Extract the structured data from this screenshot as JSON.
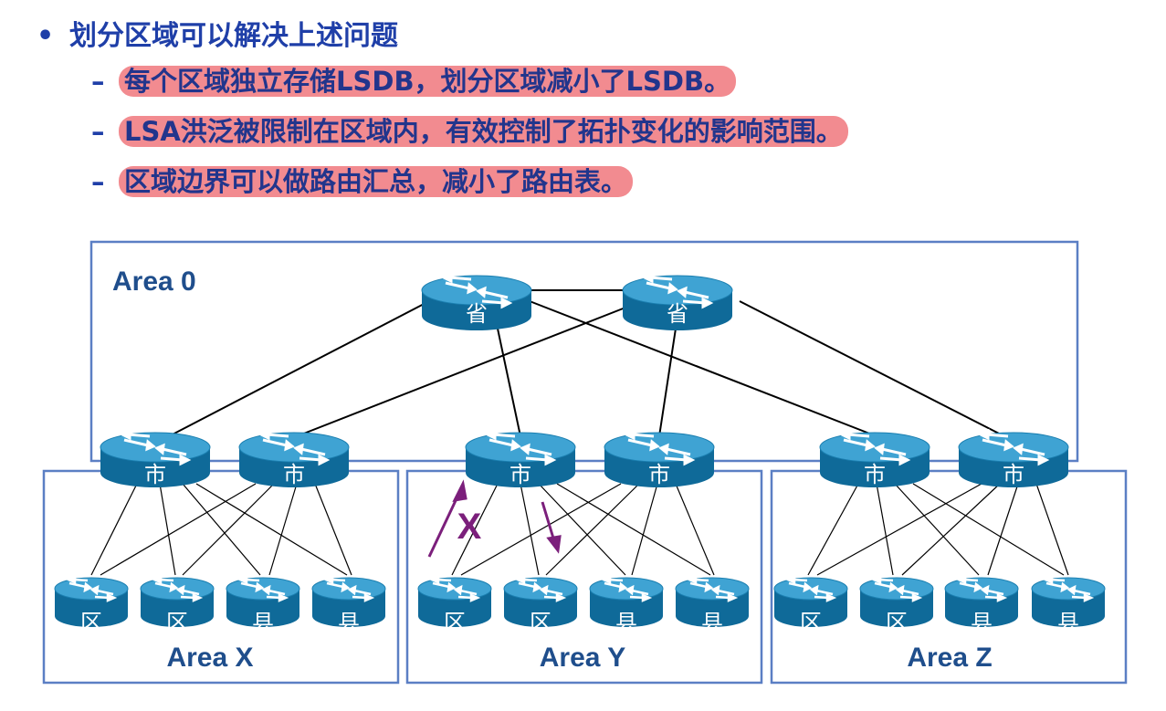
{
  "heading": "划分区域可以解决上述问题",
  "bullets": [
    "每个区域独立存储LSDB，划分区域减小了LSDB。",
    "LSA洪泛被限制在区域内，有效控制了拓扑变化的影响范围。",
    "区域边界可以做路由汇总，减小了路由表。"
  ],
  "bullet_marker": "•",
  "dash_marker": "–",
  "areas": {
    "area0": "Area 0",
    "areaX": "Area X",
    "areaY": "Area Y",
    "areaZ": "Area Z"
  },
  "router_labels": {
    "province": "省",
    "city": "市",
    "district": "区",
    "county": "县"
  },
  "blocked_mark": "X",
  "colors": {
    "heading_text": "#1f3fa8",
    "highlight": "#f28b90",
    "area_border": "#5b7fc4",
    "router_top": "#3fa3d3",
    "router_side": "#0f6a99",
    "arrow": "#7b1f7b"
  },
  "icons": [
    "router-icon"
  ]
}
